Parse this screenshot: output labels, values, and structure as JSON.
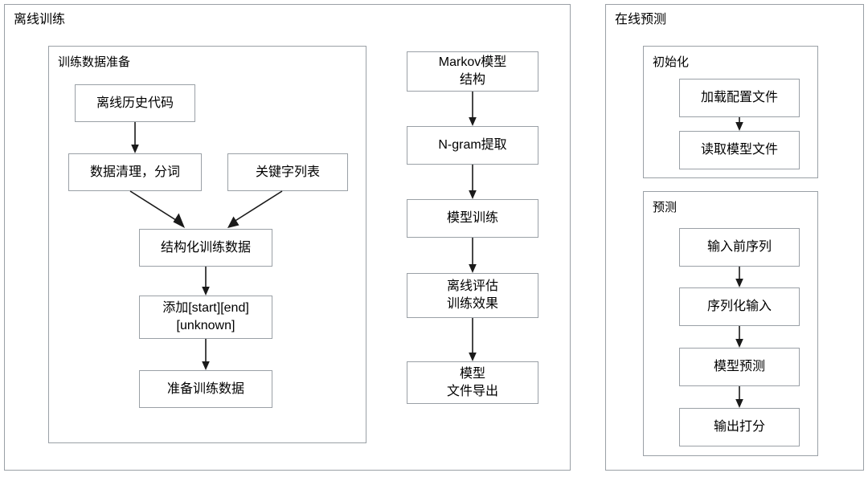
{
  "diagram": {
    "type": "flowchart",
    "title_left": "离线训练",
    "title_right": "在线预测"
  },
  "left_panel": {
    "title": "离线训练",
    "subpanel": {
      "title": "训练数据准备",
      "nodes": [
        {
          "id": "offline-history-code",
          "label": "离线历史代码"
        },
        {
          "id": "data-clean-segment",
          "label": "数据清理，分词"
        },
        {
          "id": "keyword-list",
          "label": "关键字列表"
        },
        {
          "id": "structured-training-data",
          "label": "结构化训练数据"
        },
        {
          "id": "add-tokens",
          "label": "添加[start][end]\n[unknown]"
        },
        {
          "id": "prepare-training-data",
          "label": "准备训练数据"
        }
      ]
    },
    "pipeline": [
      {
        "id": "markov-model-structure",
        "label": "Markov模型\n结构"
      },
      {
        "id": "ngram-extract",
        "label": "N-gram提取"
      },
      {
        "id": "model-training",
        "label": "模型训练"
      },
      {
        "id": "offline-evaluate",
        "label": "离线评估\n训练效果"
      },
      {
        "id": "model-file-export",
        "label": "模型\n文件导出"
      }
    ]
  },
  "right_panel": {
    "title": "在线预测",
    "subpanels": [
      {
        "title": "初始化",
        "nodes": [
          {
            "id": "load-config-file",
            "label": "加载配置文件"
          },
          {
            "id": "read-model-file",
            "label": "读取模型文件"
          }
        ]
      },
      {
        "title": "预测",
        "nodes": [
          {
            "id": "input-prefix-sequence",
            "label": "输入前序列"
          },
          {
            "id": "serialize-input",
            "label": "序列化输入"
          },
          {
            "id": "model-predict",
            "label": "模型预测"
          },
          {
            "id": "output-score",
            "label": "输出打分"
          }
        ]
      }
    ]
  },
  "colors": {
    "border": "#9aa0a6",
    "arrow": "#1a1a1a",
    "background": "#ffffff",
    "text": "#000000"
  }
}
